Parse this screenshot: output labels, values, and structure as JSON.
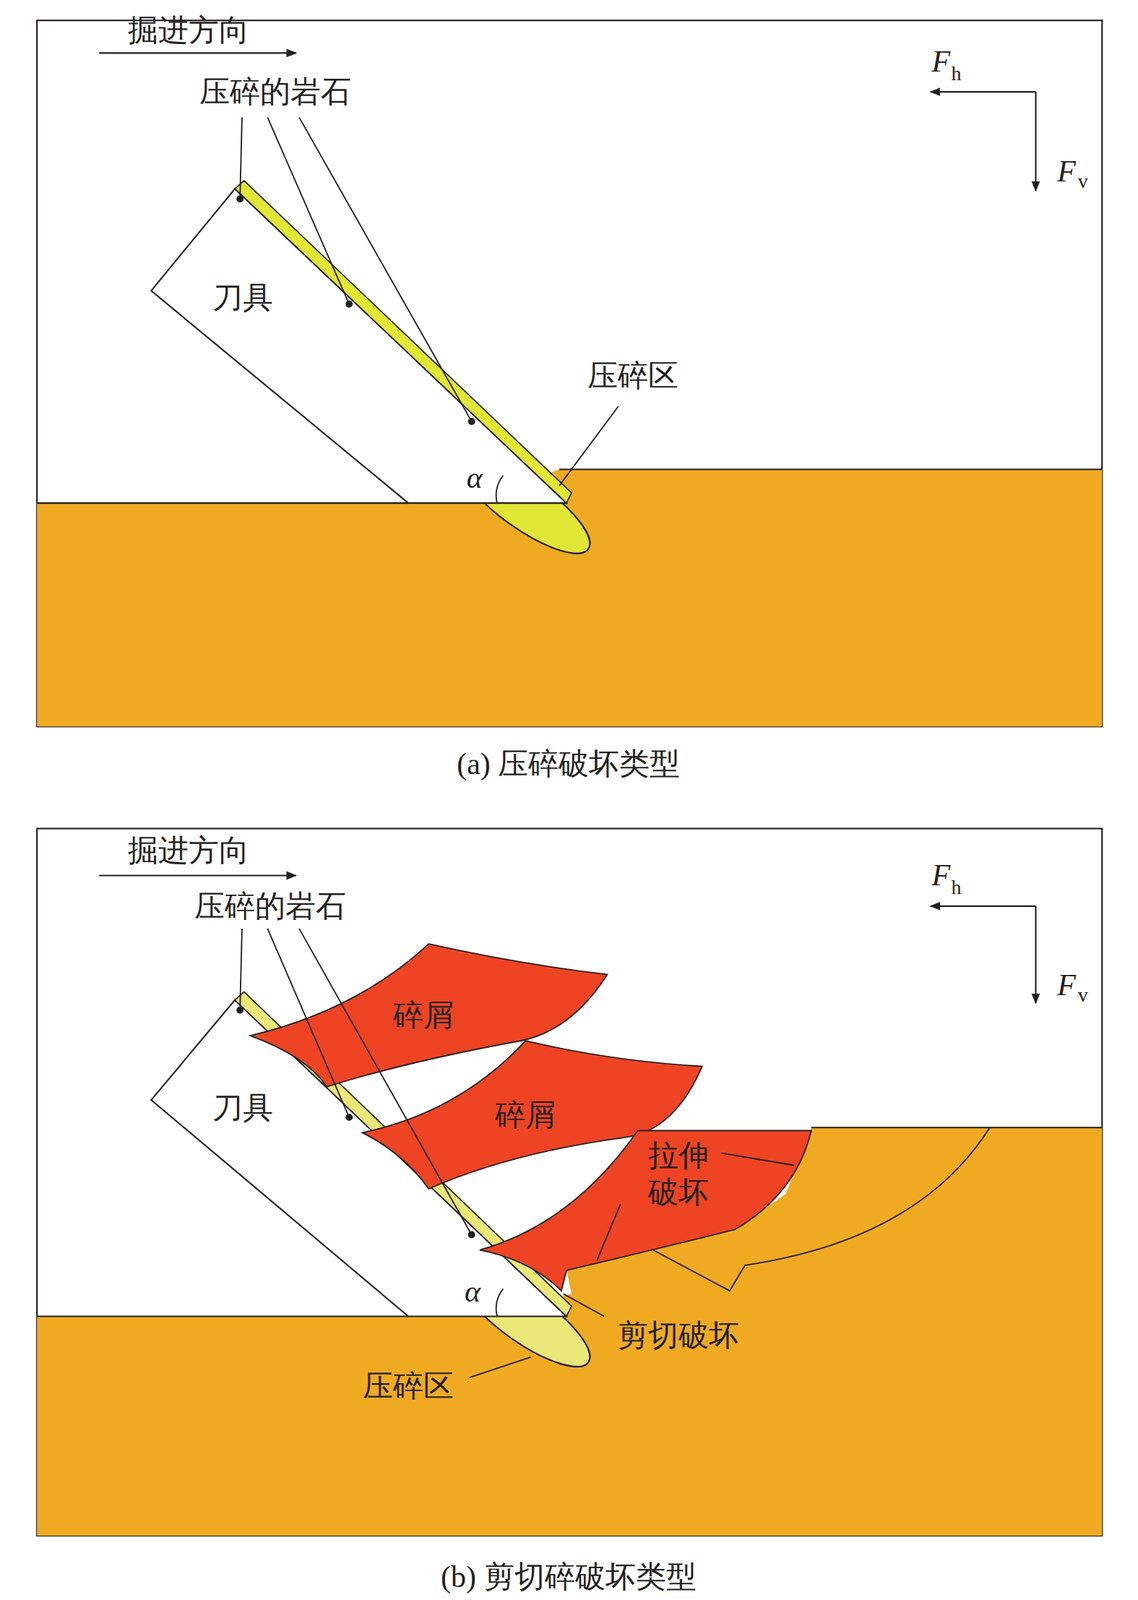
{
  "diagram": {
    "nodes": [
      {
        "text": [
          "刀具"
        ]
      },
      {
        "text": [
          "刀具"
        ]
      },
      {
        "text": [
          "碎屑"
        ]
      },
      {
        "text": [
          "碎屑"
        ]
      }
    ],
    "labels": [
      "掘进方向",
      "压碎的岩石",
      "压碎区",
      "α",
      "F",
      "h",
      "F",
      "v",
      "(a) 压碎破坏类型",
      "掘进方向",
      "压碎的岩石",
      "拉伸 破坏",
      "剪切破坏",
      "压碎区",
      "α",
      "F",
      "h",
      "F",
      "v",
      "(b) 剪切碎破坏类型"
    ]
  }
}
